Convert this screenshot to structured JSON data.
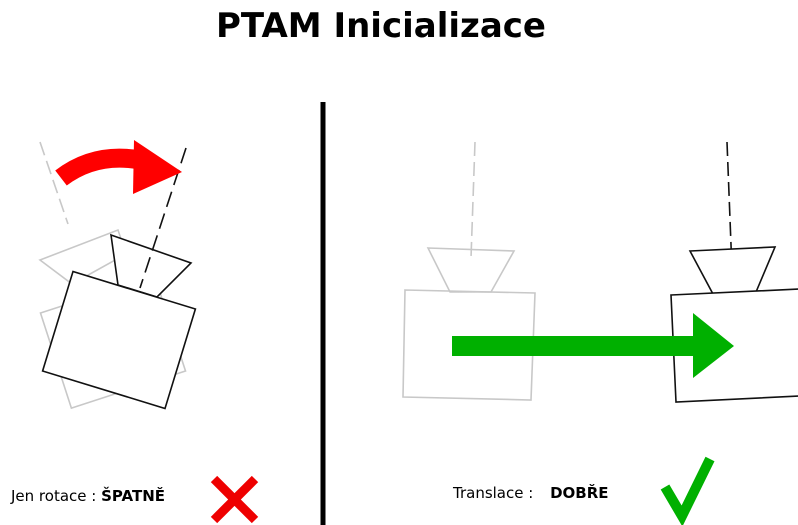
{
  "title": "PTAM Inicializace",
  "left_panel": {
    "caption_label": "Jen rotace :",
    "verdict": "ŠPATNĚ",
    "verdict_mark_icon": "cross-icon",
    "motion_arrow_icon": "curved-arrow-icon",
    "arrow_color": "#ff0000",
    "mark_color": "#ee0000"
  },
  "right_panel": {
    "caption_label": "Translace :",
    "verdict": "DOBŘE",
    "verdict_mark_icon": "checkmark-icon",
    "motion_arrow_icon": "straight-arrow-icon",
    "arrow_color": "#00b000",
    "mark_color": "#00b000"
  },
  "colors": {
    "camera_current": "#111111",
    "camera_previous": "#c8c8c8",
    "divider": "#000000"
  }
}
